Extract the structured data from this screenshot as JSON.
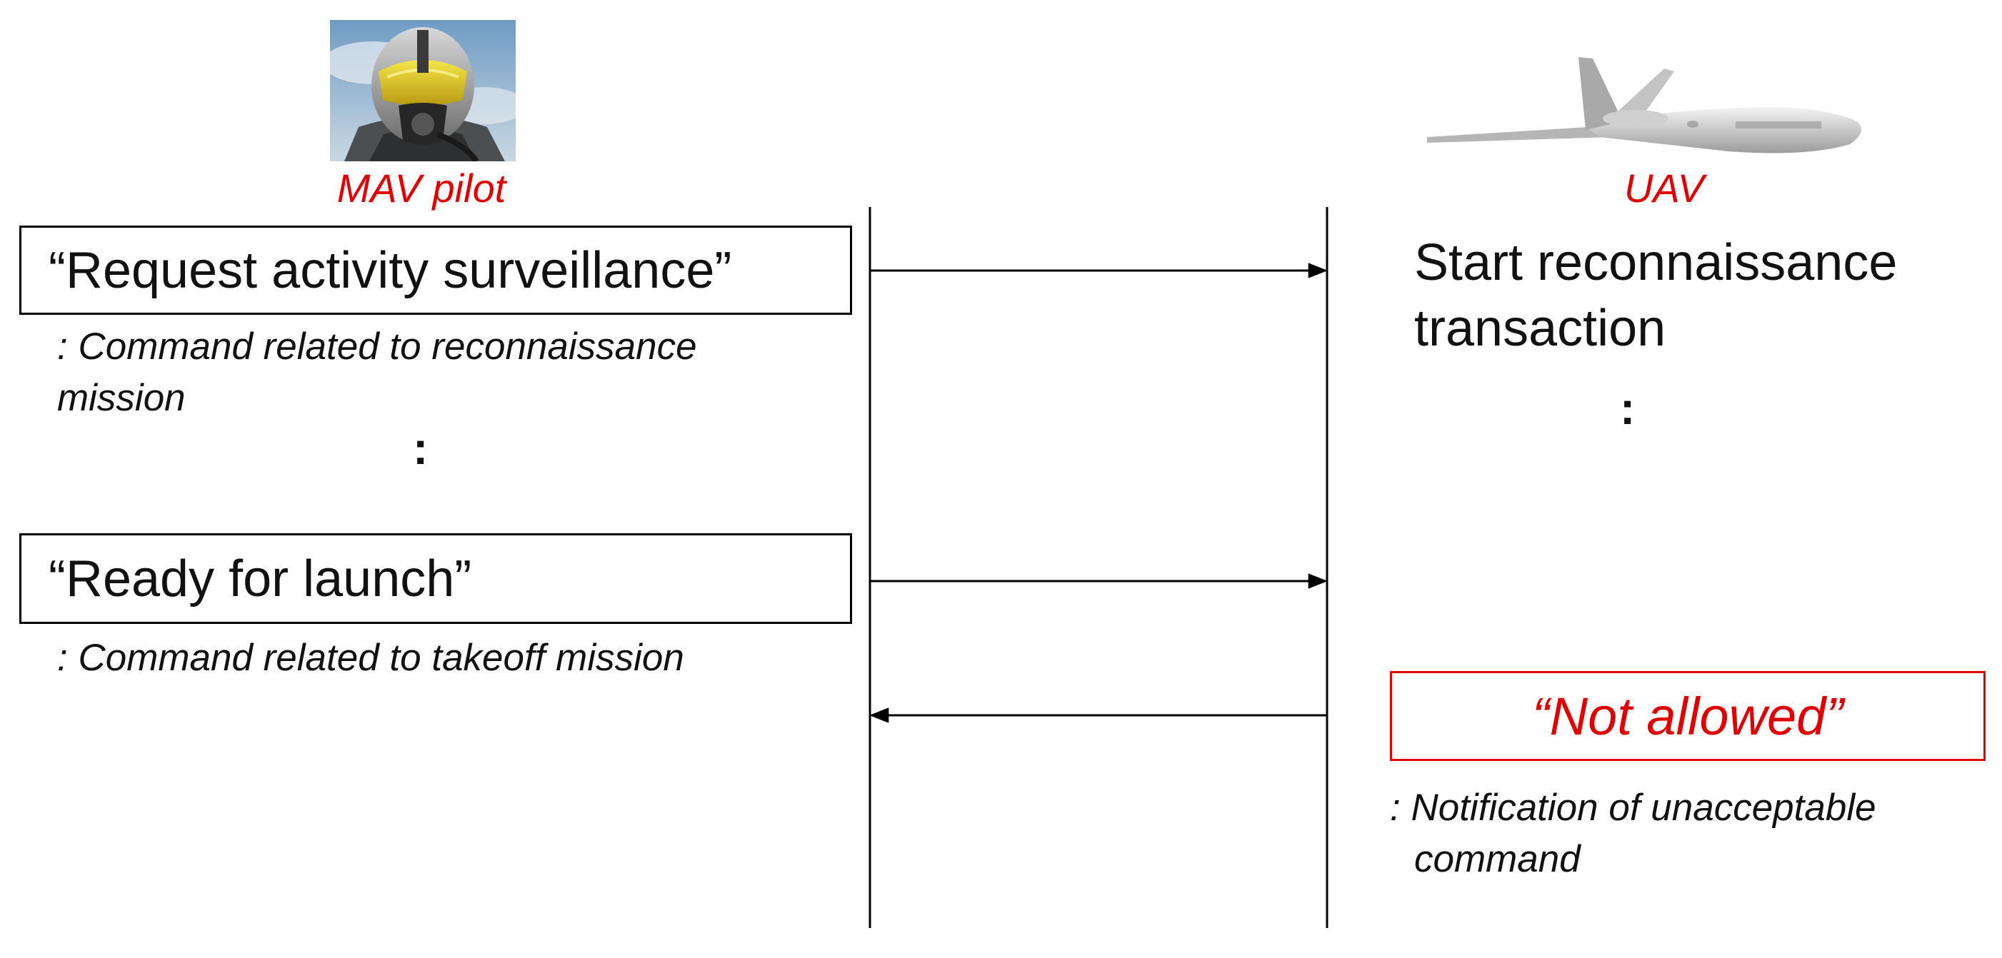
{
  "colors": {
    "accent": "#e00000",
    "line": "#000000",
    "text": "#111111"
  },
  "actors": {
    "pilot": {
      "label": "MAV pilot",
      "icon": "pilot-helmet-icon"
    },
    "uav": {
      "label": "UAV",
      "icon": "uav-aircraft-icon"
    }
  },
  "messages": [
    {
      "command": "“Request activity surveillance”",
      "description_lines": [
        ": Command related to reconnaissance",
        "mission"
      ],
      "direction": "pilot-to-uav"
    },
    {
      "command": "“Ready for launch”",
      "description_lines": [
        ": Command related to takeoff mission"
      ],
      "direction": "pilot-to-uav"
    },
    {
      "command": "“Not allowed”",
      "description_lines": [
        ": Notification of unacceptable",
        "command"
      ],
      "direction": "uav-to-pilot"
    }
  ],
  "uav_response": {
    "lines": [
      "Start reconnaissance",
      "transaction"
    ]
  },
  "ellipsis": ":"
}
